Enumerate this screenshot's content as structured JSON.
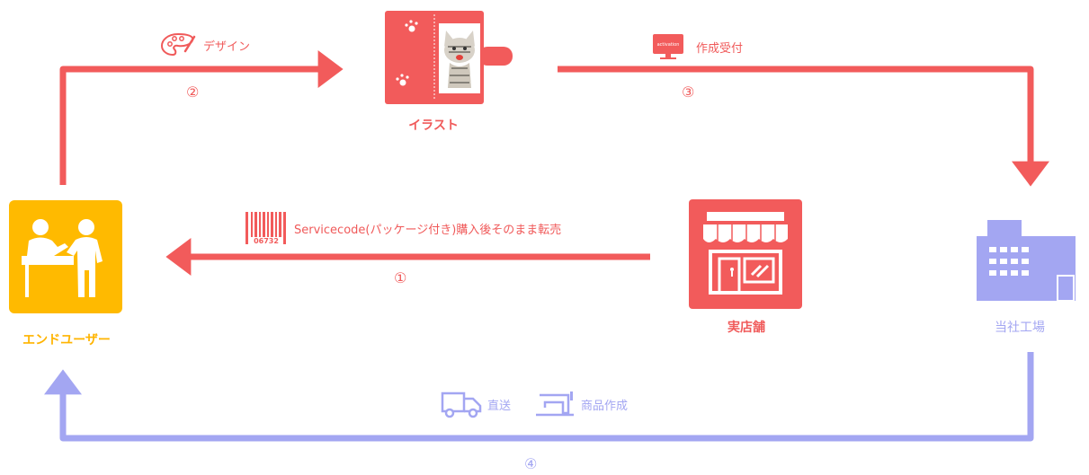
{
  "colors": {
    "red": "#f25b5b",
    "blue": "#a3a6f2",
    "orange": "#ffba00"
  },
  "nodes": {
    "end_user": "エンドユーザー",
    "illust": "イラスト",
    "store": "実店舗",
    "factory": "当社工場"
  },
  "flows": {
    "design": {
      "label": "デザイン",
      "num": "②",
      "icon": "palette-icon"
    },
    "order": {
      "label": "作成受付",
      "num": "③",
      "icon": "monitor-icon",
      "icon_text": "activation"
    },
    "resale": {
      "label": "Servicecode(パッケージ付き)購入後そのまま転売",
      "num": "①",
      "icon": "barcode-icon",
      "barcode_digits": "06732"
    },
    "delivery": {
      "num": "④",
      "items": [
        {
          "label": "直送",
          "icon": "truck-icon"
        },
        {
          "label": "商品作成",
          "icon": "sewing-machine-icon"
        }
      ]
    }
  }
}
